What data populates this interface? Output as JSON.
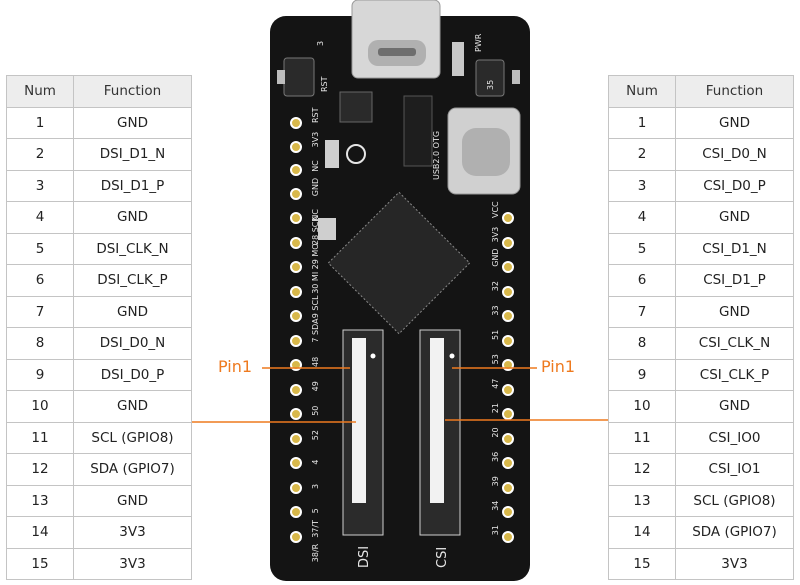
{
  "left_table": {
    "headers": {
      "num": "Num",
      "function": "Function"
    },
    "rows": [
      {
        "num": "1",
        "function": "GND"
      },
      {
        "num": "2",
        "function": "DSI_D1_N"
      },
      {
        "num": "3",
        "function": "DSI_D1_P"
      },
      {
        "num": "4",
        "function": "GND"
      },
      {
        "num": "5",
        "function": "DSI_CLK_N"
      },
      {
        "num": "6",
        "function": "DSI_CLK_P"
      },
      {
        "num": "7",
        "function": "GND"
      },
      {
        "num": "8",
        "function": "DSI_D0_N"
      },
      {
        "num": "9",
        "function": "DSI_D0_P"
      },
      {
        "num": "10",
        "function": "GND"
      },
      {
        "num": "11",
        "function": "SCL (GPIO8)"
      },
      {
        "num": "12",
        "function": "SDA (GPIO7)"
      },
      {
        "num": "13",
        "function": "GND"
      },
      {
        "num": "14",
        "function": "3V3"
      },
      {
        "num": "15",
        "function": "3V3"
      }
    ]
  },
  "right_table": {
    "headers": {
      "num": "Num",
      "function": "Function"
    },
    "rows": [
      {
        "num": "1",
        "function": "GND"
      },
      {
        "num": "2",
        "function": "CSI_D0_N"
      },
      {
        "num": "3",
        "function": "CSI_D0_P"
      },
      {
        "num": "4",
        "function": "GND"
      },
      {
        "num": "5",
        "function": "CSI_D1_N"
      },
      {
        "num": "6",
        "function": "CSI_D1_P"
      },
      {
        "num": "7",
        "function": "GND"
      },
      {
        "num": "8",
        "function": "CSI_CLK_N"
      },
      {
        "num": "9",
        "function": "CSI_CLK_P"
      },
      {
        "num": "10",
        "function": "GND"
      },
      {
        "num": "11",
        "function": "CSI_IO0"
      },
      {
        "num": "12",
        "function": "CSI_IO1"
      },
      {
        "num": "13",
        "function": "SCL (GPIO8)"
      },
      {
        "num": "14",
        "function": "SDA (GPIO7)"
      },
      {
        "num": "15",
        "function": "3V3"
      }
    ]
  },
  "callouts": {
    "left_pin1": "Pin1",
    "right_pin1": "Pin1"
  },
  "board": {
    "connector_dsi": "DSI",
    "connector_csi": "CSI",
    "button_rst": "RST",
    "led_pwr": "PWR",
    "usb_otg": "USB2.0 OTG",
    "top_left_pin": "3",
    "top_right_pin": "35",
    "left_header_labels": [
      "RST",
      "3V3",
      "NC",
      "GND",
      "NC",
      "28 SCK",
      "29 MO",
      "30 MI",
      "9 SCL",
      "7 SDA",
      "48",
      "49",
      "50",
      "52",
      "4",
      "3",
      "5",
      "37/T",
      "38/R"
    ],
    "right_header_labels": [
      "VCC",
      "3V3",
      "GND",
      "32",
      "33",
      "51",
      "53",
      "47",
      "21",
      "20",
      "36",
      "39",
      "34",
      "31"
    ],
    "accent_color": "#ee7a1f",
    "pcb_color": "#141414"
  }
}
